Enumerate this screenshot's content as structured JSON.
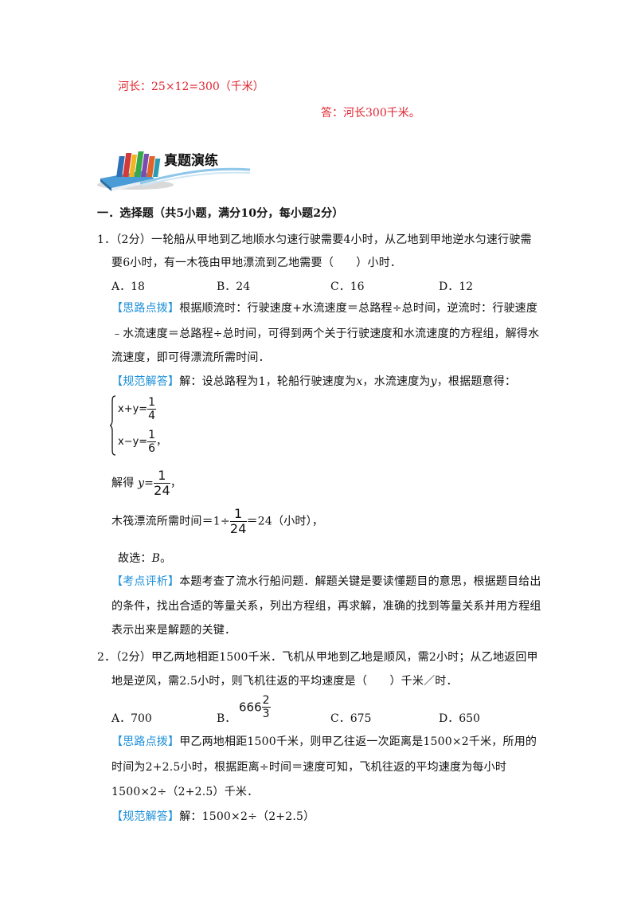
{
  "top_answer": {
    "calc": "河长：25×12=300（千米）",
    "answer": "答：河长300千米。"
  },
  "section": {
    "title": "真题演练"
  },
  "part_one": {
    "heading": "一．选择题（共5小题，满分10分，每小题2分）"
  },
  "q1": {
    "stem_line1": "1．（2分）一轮船从甲地到乙地顺水匀速行驶需要4小时，从乙地到甲地逆水匀速行驶需",
    "stem_line2": "要6小时，有一木筏由甲地漂流到乙地需要（　　）小时．",
    "options": [
      "A．18",
      "B．24",
      "C．16",
      "D．12"
    ],
    "hint_tag": "【思路点拨】",
    "hint_line1": "根据顺流时：行驶速度+水流速度＝总路程÷总时间，逆流时：行驶速度",
    "hint_line2": "﹣水流速度＝总路程÷总时间，可得到两个关于行驶速度和水流速度的方程组，解得水",
    "hint_line3": "流速度，即可得漂流所需时间．",
    "solution_tag": "【规范解答】",
    "solution_intro": "解：设总路程为1，轮船行驶速度为",
    "var_x": "x",
    "solution_mid": "，水流速度为",
    "var_y": "y",
    "solution_end": "，根据题意得：",
    "eq1_lhs": "x+y=",
    "eq1_num": "1",
    "eq1_den": "4",
    "eq2_lhs": "x−y=",
    "eq2_num": "1",
    "eq2_den": "6",
    "eq2_tail": "，",
    "solve_prefix": "解得",
    "solve_var": "y",
    "solve_eq": "=",
    "solve_num": "1",
    "solve_den": "24",
    "solve_tail": "，",
    "time_prefix": "木筏漂流所需时间＝1÷",
    "time_num": "1",
    "time_den": "24",
    "time_tail": "＝24（小时），",
    "choose_prefix": "故选：",
    "choose_value": "B",
    "choose_end": "。",
    "analysis_tag": "【考点评析】",
    "analysis_line1": "本题考查了流水行船问题．解题关键是要读懂题目的意思，根据题目给出",
    "analysis_line2": "的条件，找出合适的等量关系，列出方程组，再求解，准确的找到等量关系并用方程组",
    "analysis_line3": "表示出来是解题的关键．"
  },
  "q2": {
    "stem_line1": "2．（2分）甲乙两地相距1500千米．飞机从甲地到乙地是顺风，需2小时；从乙地返回甲",
    "stem_line2": "地是逆风，需2.5小时，则飞机往返的平均速度是（　　）千米／时．",
    "option_a": "A．700",
    "option_b_label": "B．",
    "option_b_whole": "666",
    "option_b_num": "2",
    "option_b_den": "3",
    "option_c": "C．675",
    "option_d": "D．650",
    "hint_tag": "【思路点拨】",
    "hint_line1": "甲乙两地相距1500千米，则甲乙往返一次距离是1500×2千米，所用的",
    "hint_line2": "时间为2+2.5小时，根据距离÷时间＝速度可知，飞机往返的平均速度为每小时",
    "hint_line3": "1500×2÷（2+2.5）千米．",
    "solution_tag": "【规范解答】",
    "solution_text": "解：1500×2÷（2+2.5）"
  },
  "colors": {
    "red": "#e0232d",
    "tag_blue": "#1c8fd8"
  }
}
